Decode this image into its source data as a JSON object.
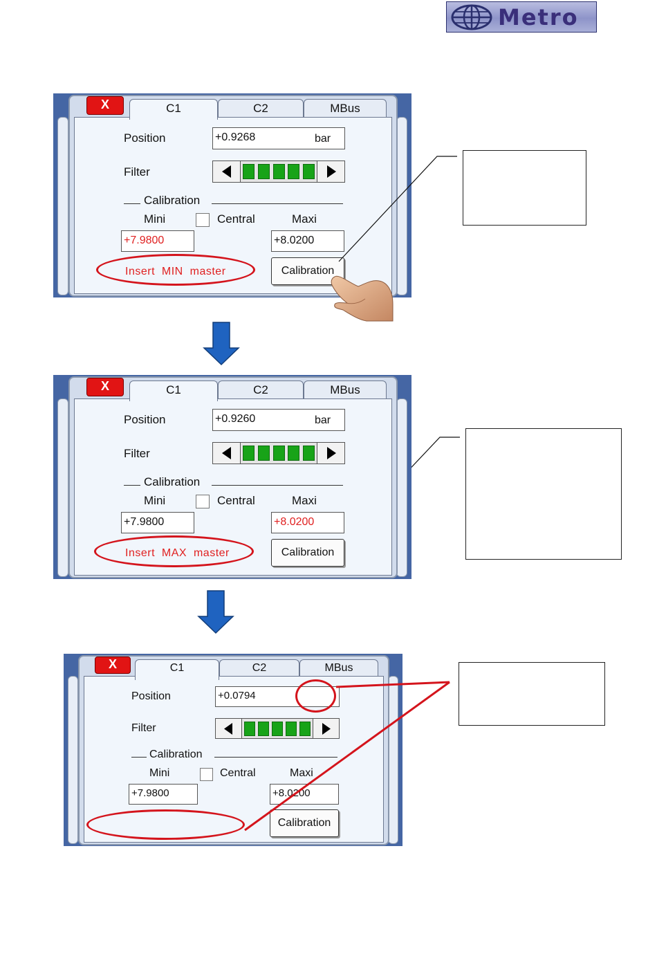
{
  "logo": {
    "text": "Metro"
  },
  "colors": {
    "accent_red": "#d4141c",
    "status_red": "#e02020",
    "filter_green": "#18a318",
    "screen_blue": "#4566a4",
    "flow_arrow_blue": "#1f63c0"
  },
  "screens": [
    {
      "close_label": "X",
      "tabs": [
        "C1",
        "C2",
        "MBus"
      ],
      "active_tab": "C1",
      "position_label": "Position",
      "position_value": "+0.9268",
      "unit": "bar",
      "filter_label": "Filter",
      "filter_segments": 5,
      "calibration_label": "Calibration",
      "mini_label": "Mini",
      "central_label": "Central",
      "maxi_label": "Maxi",
      "mini_value": "+7.9800",
      "maxi_value": "+8.0200",
      "status": "Insert  MIN  master",
      "calibration_button": "Calibration"
    },
    {
      "close_label": "X",
      "tabs": [
        "C1",
        "C2",
        "MBus"
      ],
      "active_tab": "C1",
      "position_label": "Position",
      "position_value": "+0.9260",
      "unit": "bar",
      "filter_label": "Filter",
      "filter_segments": 5,
      "calibration_label": "Calibration",
      "mini_label": "Mini",
      "central_label": "Central",
      "maxi_label": "Maxi",
      "mini_value": "+7.9800",
      "maxi_value": "+8.0200",
      "status": "Insert  MAX  master",
      "calibration_button": "Calibration"
    },
    {
      "close_label": "X",
      "tabs": [
        "C1",
        "C2",
        "MBus"
      ],
      "active_tab": "C1",
      "position_label": "Position",
      "position_value": "+0.0794",
      "unit": "",
      "filter_label": "Filter",
      "filter_segments": 5,
      "calibration_label": "Calibration",
      "mini_label": "Mini",
      "central_label": "Central",
      "maxi_label": "Maxi",
      "mini_value": "+7.9800",
      "maxi_value": "+8.0200",
      "status": "",
      "calibration_button": "Calibration"
    }
  ],
  "icons": {
    "close": "close-icon",
    "left": "arrow-left-icon",
    "right": "arrow-right-icon",
    "pointer": "hand-pointer-icon",
    "flow": "arrow-down-icon"
  }
}
